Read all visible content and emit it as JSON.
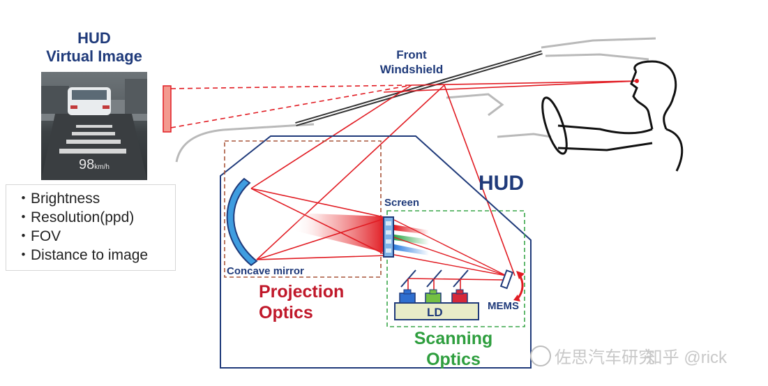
{
  "virtual_image": {
    "title_line1": "HUD",
    "title_line2": "Virtual Image",
    "speed_value": "98",
    "speed_unit": "km/h"
  },
  "metrics": {
    "items": [
      "Brightness",
      "Resolution(ppd)",
      "FOV",
      "Distance to image"
    ],
    "bullet": "・"
  },
  "diagram": {
    "windshield_label_line1": "Front",
    "windshield_label_line2": "Windshield",
    "hud_label": "HUD",
    "screen_label": "Screen",
    "concave_label": "Concave mirror",
    "projection_line1": "Projection",
    "projection_line2": "Optics",
    "scanning_line1": "Scanning",
    "scanning_line2": "Optics",
    "ld_label": "LD",
    "mems_label": "MEMS"
  },
  "watermark": {
    "text": "佐思汽车研究",
    "handle": "知乎 @rick"
  },
  "colors": {
    "title_blue": "#1f3a7a",
    "projection_red": "#c0182a",
    "scanning_green": "#2e9e3e",
    "ray_red": "#e11b22",
    "mirror_blue": "#3f9de0"
  }
}
